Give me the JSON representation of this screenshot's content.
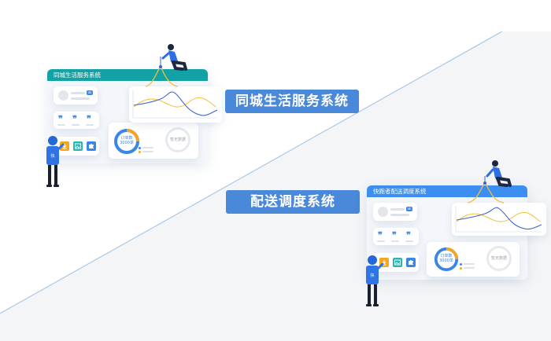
{
  "banner1": {
    "window_title": "同城生活服务系统",
    "heading": "同城生活服务系统",
    "orders_label": "订单数",
    "orders_value": "3000单",
    "empty_label": "暂无数据"
  },
  "banner2": {
    "window_title": "快跑者配送调度系统",
    "heading": "配送调度系统",
    "orders_label": "订单数",
    "orders_value": "3000单",
    "empty_label": "暂无数据"
  },
  "colors": {
    "teal_header": "#12a2a5",
    "blue_header": "#3c8ff0",
    "heading_box": "#4a88d9",
    "curve_blue": "#3e63cc",
    "curve_yellow": "#f2bf3c",
    "ring_orange": "#f4a623",
    "ring_blue": "#3a86e6"
  },
  "icons": [
    "quote-icon",
    "download-icon",
    "image-icon",
    "puzzle-icon",
    "person-pointing-illustration",
    "person-kneeling-illustration"
  ]
}
